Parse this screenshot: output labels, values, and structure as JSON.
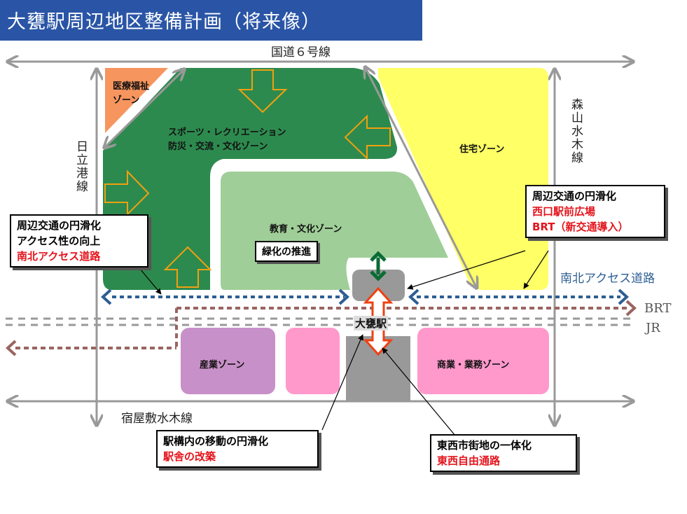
{
  "title": "大甕駅周辺地区整備計画（将来像）",
  "roads": {
    "top": "国道６号線",
    "bottom": "宿屋敷水木線",
    "left": "日立港線",
    "right": "森山水木線"
  },
  "zones": {
    "medical": [
      "医療福祉",
      "ゾーン"
    ],
    "sports": [
      "スポーツ・レクリエーション",
      "防災・交流・文化ゾーン"
    ],
    "residential": "住宅ゾーン",
    "education": "教育・文化ゾーン",
    "industry": "産業ゾーン",
    "commerce": "商業・業務ゾーン",
    "station": "大甕駅"
  },
  "labels": {
    "greening": "緑化の推進",
    "ns_access": "南北アクセス道路",
    "brt": "BRT",
    "jr": "JR"
  },
  "callouts": {
    "left": {
      "line1": "周辺交通の円滑化",
      "line2": "アクセス性の向上",
      "line3": "南北アクセス道路"
    },
    "right": {
      "line1": "周辺交通の円滑化",
      "line2": "西口駅前広場",
      "line3": "BRT（新交通導入）"
    },
    "station": {
      "line1": "駅構内の移動の円滑化",
      "line2": "駅舎の改築"
    },
    "ew": {
      "line1": "東西市街地の一体化",
      "line2": "東西自由通路"
    }
  },
  "colors": {
    "title_bg": "#2a55a6",
    "green_dark": "#2d8a4e",
    "green_light": "#9fce98",
    "yellow": "#ffff66",
    "orange": "#f7955e",
    "purple": "#c890c8",
    "pink": "#ff99cc",
    "blue_dotted": "#2d5e93",
    "brt_dotted": "#9a6460",
    "red_arrow": "#f04010"
  }
}
